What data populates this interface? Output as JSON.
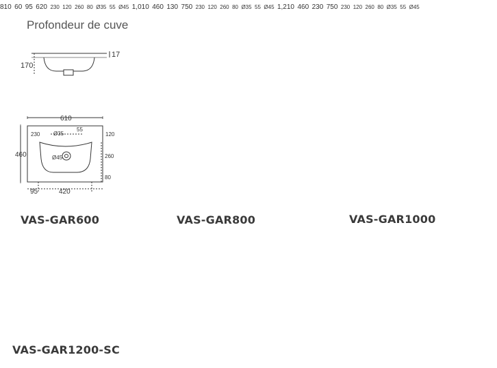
{
  "heading": "Profondeur de cuve",
  "depth": {
    "height": "170",
    "thickness": "17"
  },
  "models": [
    {
      "name": "VAS-GAR600",
      "width": "610",
      "depth": "460",
      "left": "95",
      "basin": "420",
      "d230": "230",
      "d120": "120",
      "d260": "260",
      "d80": "80",
      "d35": "Ø35",
      "d55": "55",
      "d45": "Ø45"
    },
    {
      "name": "VAS-GAR800",
      "width": "810",
      "depth": "60",
      "left": "95",
      "basin": "620",
      "d230": "230",
      "d120": "120",
      "d260": "260",
      "d80": "80",
      "d35": "Ø35",
      "d55": "55",
      "d45": "Ø45"
    },
    {
      "name": "VAS-GAR1000",
      "width": "1,010",
      "depth": "460",
      "left": "130",
      "basin": "750",
      "d230": "230",
      "d120": "120",
      "d260": "260",
      "d80": "80",
      "d35": "Ø35",
      "d55": "55",
      "d45": "Ø45"
    },
    {
      "name": "VAS-GAR1200-SC",
      "width": "1,210",
      "depth": "460",
      "left": "230",
      "basin": "750",
      "d230": "230",
      "d120": "120",
      "d260": "260",
      "d80": "80",
      "d35": "Ø35",
      "d55": "55",
      "d45": "Ø45"
    }
  ]
}
